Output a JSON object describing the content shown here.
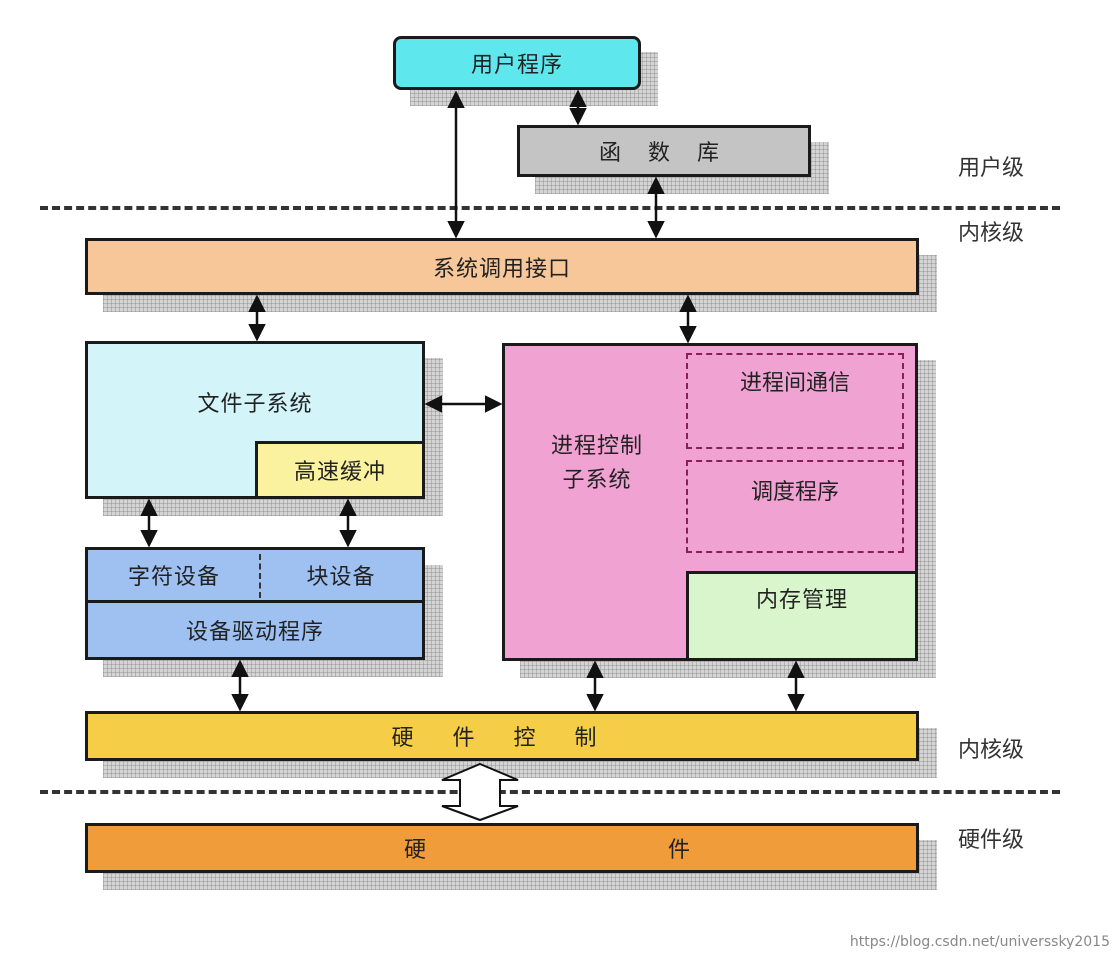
{
  "levels": {
    "user": "用户级",
    "kernel_top": "内核级",
    "kernel_bottom": "内核级",
    "hardware": "硬件级"
  },
  "blocks": {
    "user_program": "用户程序",
    "library": "函 数 库",
    "syscall": "系统调用接口",
    "file_subsystem": "文件子系统",
    "buffer_cache": "高速缓冲",
    "char_device": "字符设备",
    "block_device": "块设备",
    "device_driver": "设备驱动程序",
    "process_control": "进程控制\n子系统",
    "ipc": "进程间通信",
    "scheduler": "调度程序",
    "memory_mgmt": "内存管理",
    "hardware_control": "硬 件 控 制",
    "hardware": "硬 件"
  },
  "colors": {
    "user_program": "#5ee8ee",
    "library": "#c4c4c4",
    "syscall": "#f7c79a",
    "file_subsystem": "#d3f5fa",
    "buffer_cache": "#fbf2a0",
    "device": "#9ec1f2",
    "process_control": "#f0a3d2",
    "memory_mgmt": "#d8f5cc",
    "hardware_control": "#f5cd46",
    "hardware": "#f09c3a"
  },
  "watermark": "https://blog.csdn.net/universsky2015"
}
